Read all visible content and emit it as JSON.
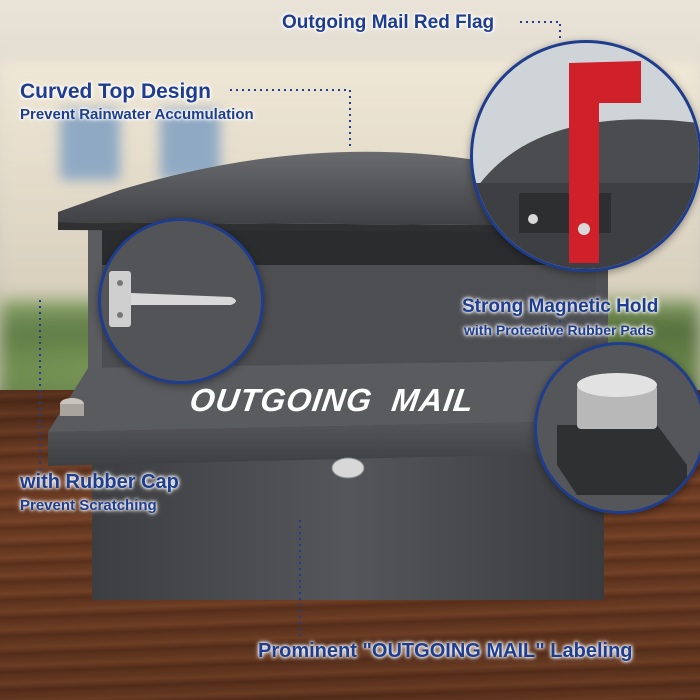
{
  "callouts": {
    "red_flag": "Outgoing Mail Red Flag",
    "curved_top_title": "Curved Top Design",
    "curved_top_sub": "Prevent Rainwater Accumulation",
    "magnetic_title": "Strong Magnetic Hold",
    "magnetic_sub": "with Protective Rubber Pads",
    "rubber_cap_title": "with Rubber Cap",
    "rubber_cap_sub": "Prevent Scratching",
    "labeling": "Prominent \"OUTGOING MAIL\" Labeling"
  },
  "door_label": "OUTGOING  MAIL",
  "colors": {
    "callout_text": "#1f3d8f",
    "mailbox_body": "#4a4b4e",
    "flag": "#d0202a",
    "door_label": "#ffffff"
  }
}
